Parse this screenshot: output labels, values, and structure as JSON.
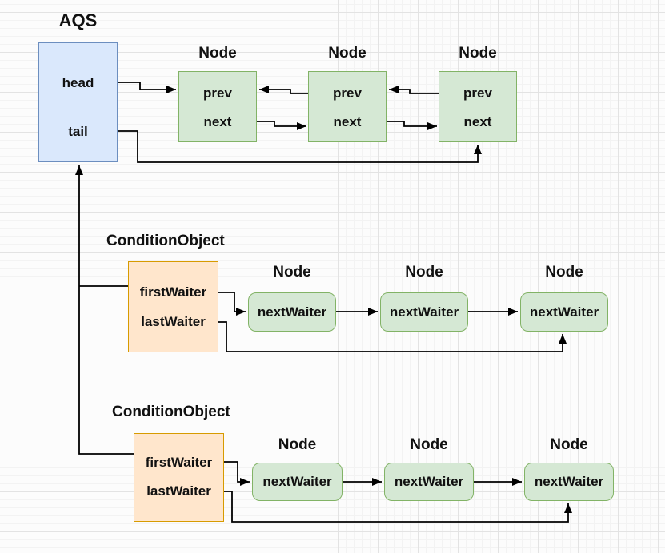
{
  "diagram": {
    "aqs": {
      "title": "AQS",
      "fields": [
        "head",
        "tail"
      ]
    },
    "sync_queue": {
      "nodes": [
        {
          "title": "Node",
          "fields": [
            "prev",
            "next"
          ]
        },
        {
          "title": "Node",
          "fields": [
            "prev",
            "next"
          ]
        },
        {
          "title": "Node",
          "fields": [
            "prev",
            "next"
          ]
        }
      ]
    },
    "condition_objects": [
      {
        "title": "ConditionObject",
        "fields": [
          "firstWaiter",
          "lastWaiter"
        ],
        "nodes": [
          {
            "title": "Node",
            "field": "nextWaiter"
          },
          {
            "title": "Node",
            "field": "nextWaiter"
          },
          {
            "title": "Node",
            "field": "nextWaiter"
          }
        ]
      },
      {
        "title": "ConditionObject",
        "fields": [
          "firstWaiter",
          "lastWaiter"
        ],
        "nodes": [
          {
            "title": "Node",
            "field": "nextWaiter"
          },
          {
            "title": "Node",
            "field": "nextWaiter"
          },
          {
            "title": "Node",
            "field": "nextWaiter"
          }
        ]
      }
    ]
  },
  "colors": {
    "aqs_fill": "#dae8fc",
    "aqs_stroke": "#6c8ebf",
    "node_fill": "#d5e8d4",
    "node_stroke": "#82b366",
    "condition_fill": "#ffe6cc",
    "condition_stroke": "#d79b00",
    "line": "#000000",
    "text": "#111111",
    "grid_major": "#e3e3e3",
    "grid_minor": "#f3f3f3"
  }
}
